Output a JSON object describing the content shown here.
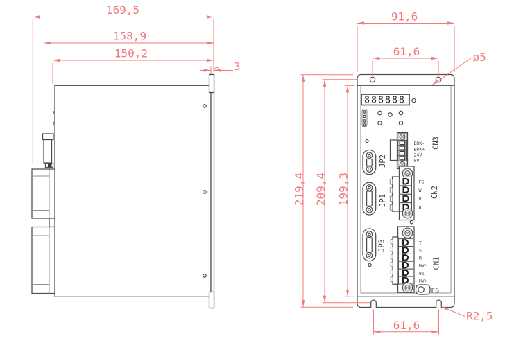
{
  "colors": {
    "line": "#4d4d4d",
    "dimension": "#f27a7a",
    "background": "#ffffff"
  },
  "side_view": {
    "dimensions": {
      "overall_depth": "169,5",
      "depth_with_connector": "158,9",
      "body_depth": "150,2",
      "plate_thickness": "3"
    }
  },
  "front_view": {
    "display_value": "888888",
    "dimensions": {
      "flange_width": "91,6",
      "hole_spacing": "61,6",
      "hole_diameter": "ø5",
      "overall_height": "219,4",
      "mounting_height": "209,4",
      "body_height": "199,3",
      "slot_spacing": "61,6",
      "slot_radius": "R2,5"
    },
    "connectors": {
      "jp1": "JP1",
      "jp2": "JP2",
      "jp3": "JP3"
    },
    "cn3": {
      "label": "CN3",
      "pins": [
        "BRK-",
        "BRK+",
        "24V",
        "0V"
      ]
    },
    "cn2": {
      "label": "CN2",
      "pins": [
        "FG",
        "W",
        "V",
        "U"
      ]
    },
    "cn1": {
      "label": "CN1",
      "pins": [
        "T",
        "S",
        "R",
        "HV-",
        "B1",
        "HV+"
      ]
    },
    "ground_label": "FG"
  }
}
